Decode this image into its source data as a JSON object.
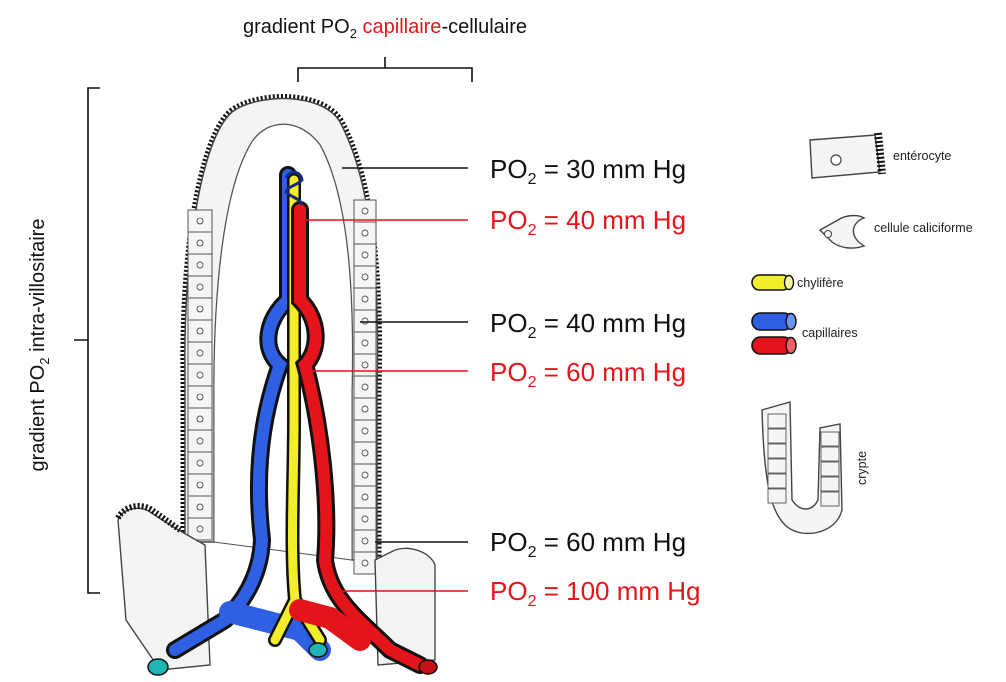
{
  "title": {
    "part1": "gradient PO",
    "sub": "2",
    "part2": " ",
    "highlight": "capillaire",
    "part3": "-cellulaire"
  },
  "side_label": {
    "part1": "gradient PO",
    "sub": "2",
    "part2": " intra-villositaire"
  },
  "po2_labels": [
    {
      "prefix": "PO",
      "sub": "2",
      "value": " = 30 mm Hg",
      "color": "#111111"
    },
    {
      "prefix": "PO",
      "sub": "2",
      "value": " = 40 mm Hg",
      "color": "#e8141b"
    },
    {
      "prefix": "PO",
      "sub": "2",
      "value": " = 40 mm Hg",
      "color": "#111111"
    },
    {
      "prefix": "PO",
      "sub": "2",
      "value": " = 60 mm Hg",
      "color": "#e8141b"
    },
    {
      "prefix": "PO",
      "sub": "2",
      "value": " = 60 mm Hg",
      "color": "#111111"
    },
    {
      "prefix": "PO",
      "sub": "2",
      "value": " = 100 mm Hg",
      "color": "#e8141b"
    }
  ],
  "legend": {
    "enterocyte": "entérocyte",
    "goblet": "cellule caliciforme",
    "lacteal": "chylifère",
    "capillaries": "capillaires",
    "crypt": "crypte"
  },
  "colors": {
    "venous_blue": "#2f5fe3",
    "arterial_red": "#e3141a",
    "lacteal_yellow": "#f2ee2a",
    "teal": "#1fb5b5",
    "cell_border": "#555555",
    "cell_fill": "#f5f5f5"
  }
}
